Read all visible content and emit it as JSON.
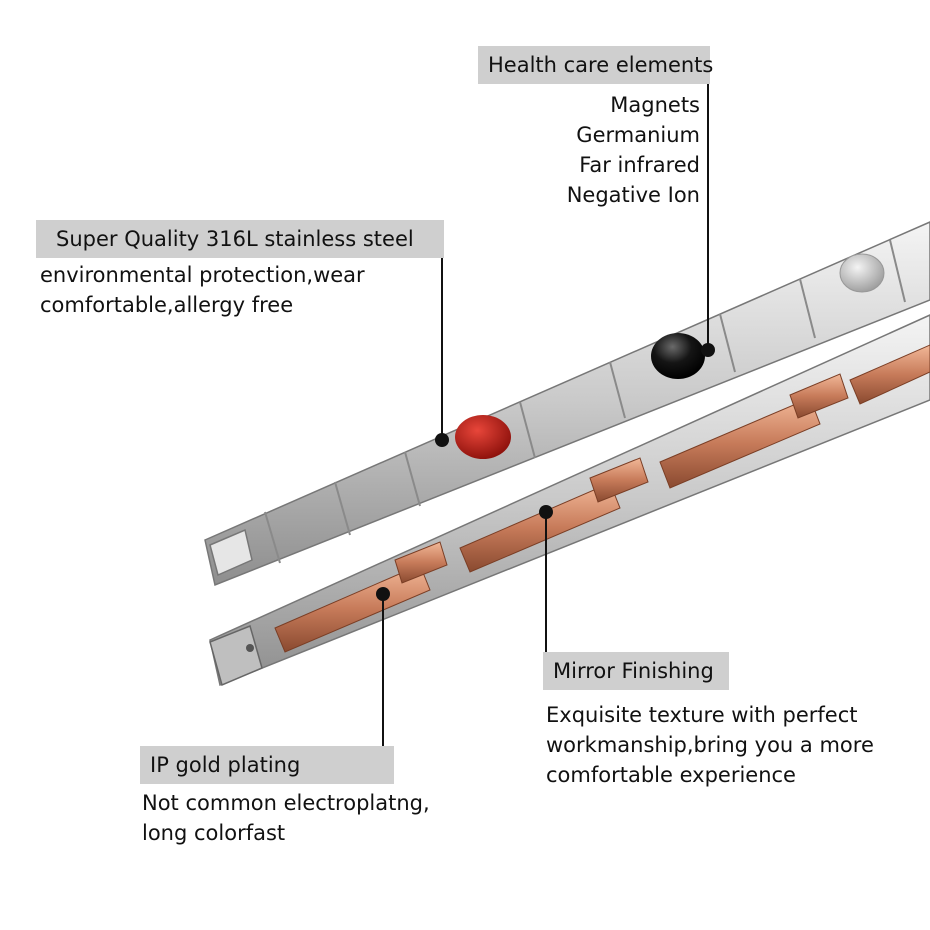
{
  "callouts": {
    "health": {
      "title": "Health care elements",
      "lines": [
        "Magnets",
        "Germanium",
        "Far infrared",
        "Negative Ion"
      ]
    },
    "steel": {
      "title": "Super Quality 316L stainless steel",
      "lines": [
        "environmental protection,wear",
        "comfortable,allergy free"
      ]
    },
    "mirror": {
      "title": "Mirror Finishing",
      "lines": [
        "Exquisite texture with perfect",
        "workmanship,bring you a more",
        "comfortable experience"
      ]
    },
    "gold": {
      "title": "IP gold plating",
      "lines": [
        "Not common electroplatng,",
        "long colorfast"
      ]
    }
  },
  "colors": {
    "label_bg": "#cfcfcf",
    "silver": "#d8d8d8",
    "rose_gold": "#c77b5a",
    "red_stone": "#c0201a",
    "black_stone": "#151515"
  }
}
